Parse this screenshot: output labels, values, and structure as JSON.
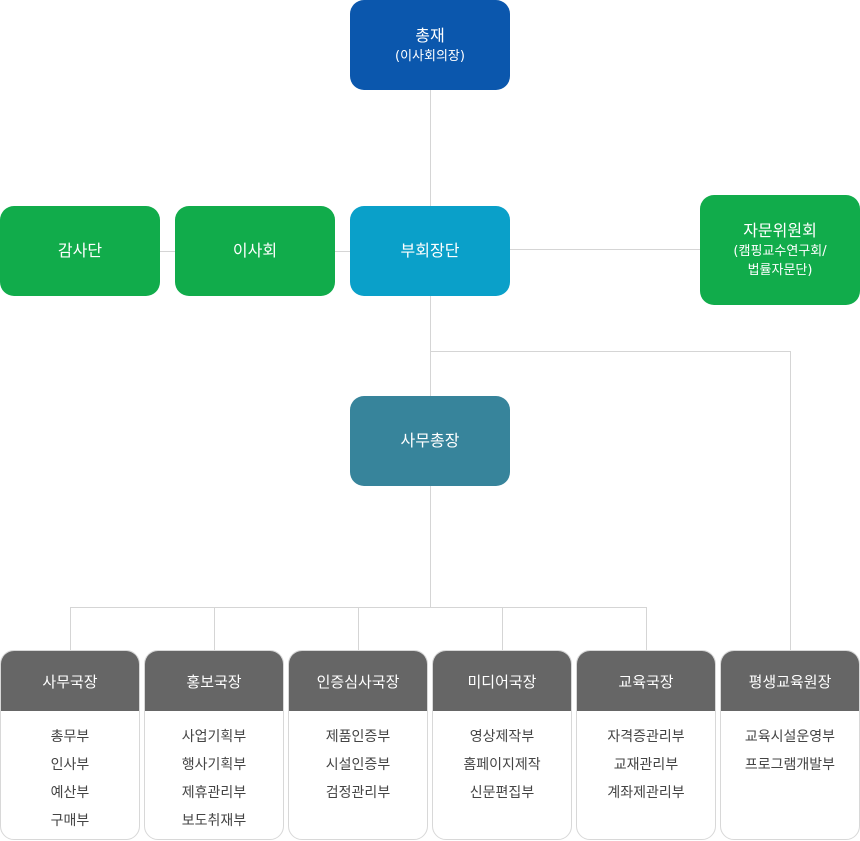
{
  "top": {
    "title": "총재",
    "subtitle": "(이사회의장)"
  },
  "audit": {
    "label": "감사단"
  },
  "board": {
    "label": "이사회"
  },
  "vice": {
    "label": "부회장단"
  },
  "advisory": {
    "title": "자문위원회",
    "subtitle_line1": "(캠핑교수연구회/",
    "subtitle_line2": "법률자문단)"
  },
  "secretary": {
    "label": "사무총장"
  },
  "departments": [
    {
      "head": "사무국장",
      "items": [
        "총무부",
        "인사부",
        "예산부",
        "구매부"
      ]
    },
    {
      "head": "홍보국장",
      "items": [
        "사업기획부",
        "행사기획부",
        "제휴관리부",
        "보도취재부"
      ]
    },
    {
      "head": "인증심사국장",
      "items": [
        "제품인증부",
        "시설인증부",
        "검정관리부"
      ]
    },
    {
      "head": "미디어국장",
      "items": [
        "영상제작부",
        "홈페이지제작",
        "신문편집부"
      ]
    },
    {
      "head": "교육국장",
      "items": [
        "자격증관리부",
        "교재관리부",
        "계좌제관리부"
      ]
    },
    {
      "head": "평생교육원장",
      "items": [
        "교육시설운영부",
        "프로그램개발부"
      ]
    }
  ],
  "colors": {
    "top": "#0b57ad",
    "green": "#11ac4b",
    "vice": "#0aa0c9",
    "secretary": "#37849b",
    "dept_head": "#666666",
    "line": "#d5d5d5"
  }
}
